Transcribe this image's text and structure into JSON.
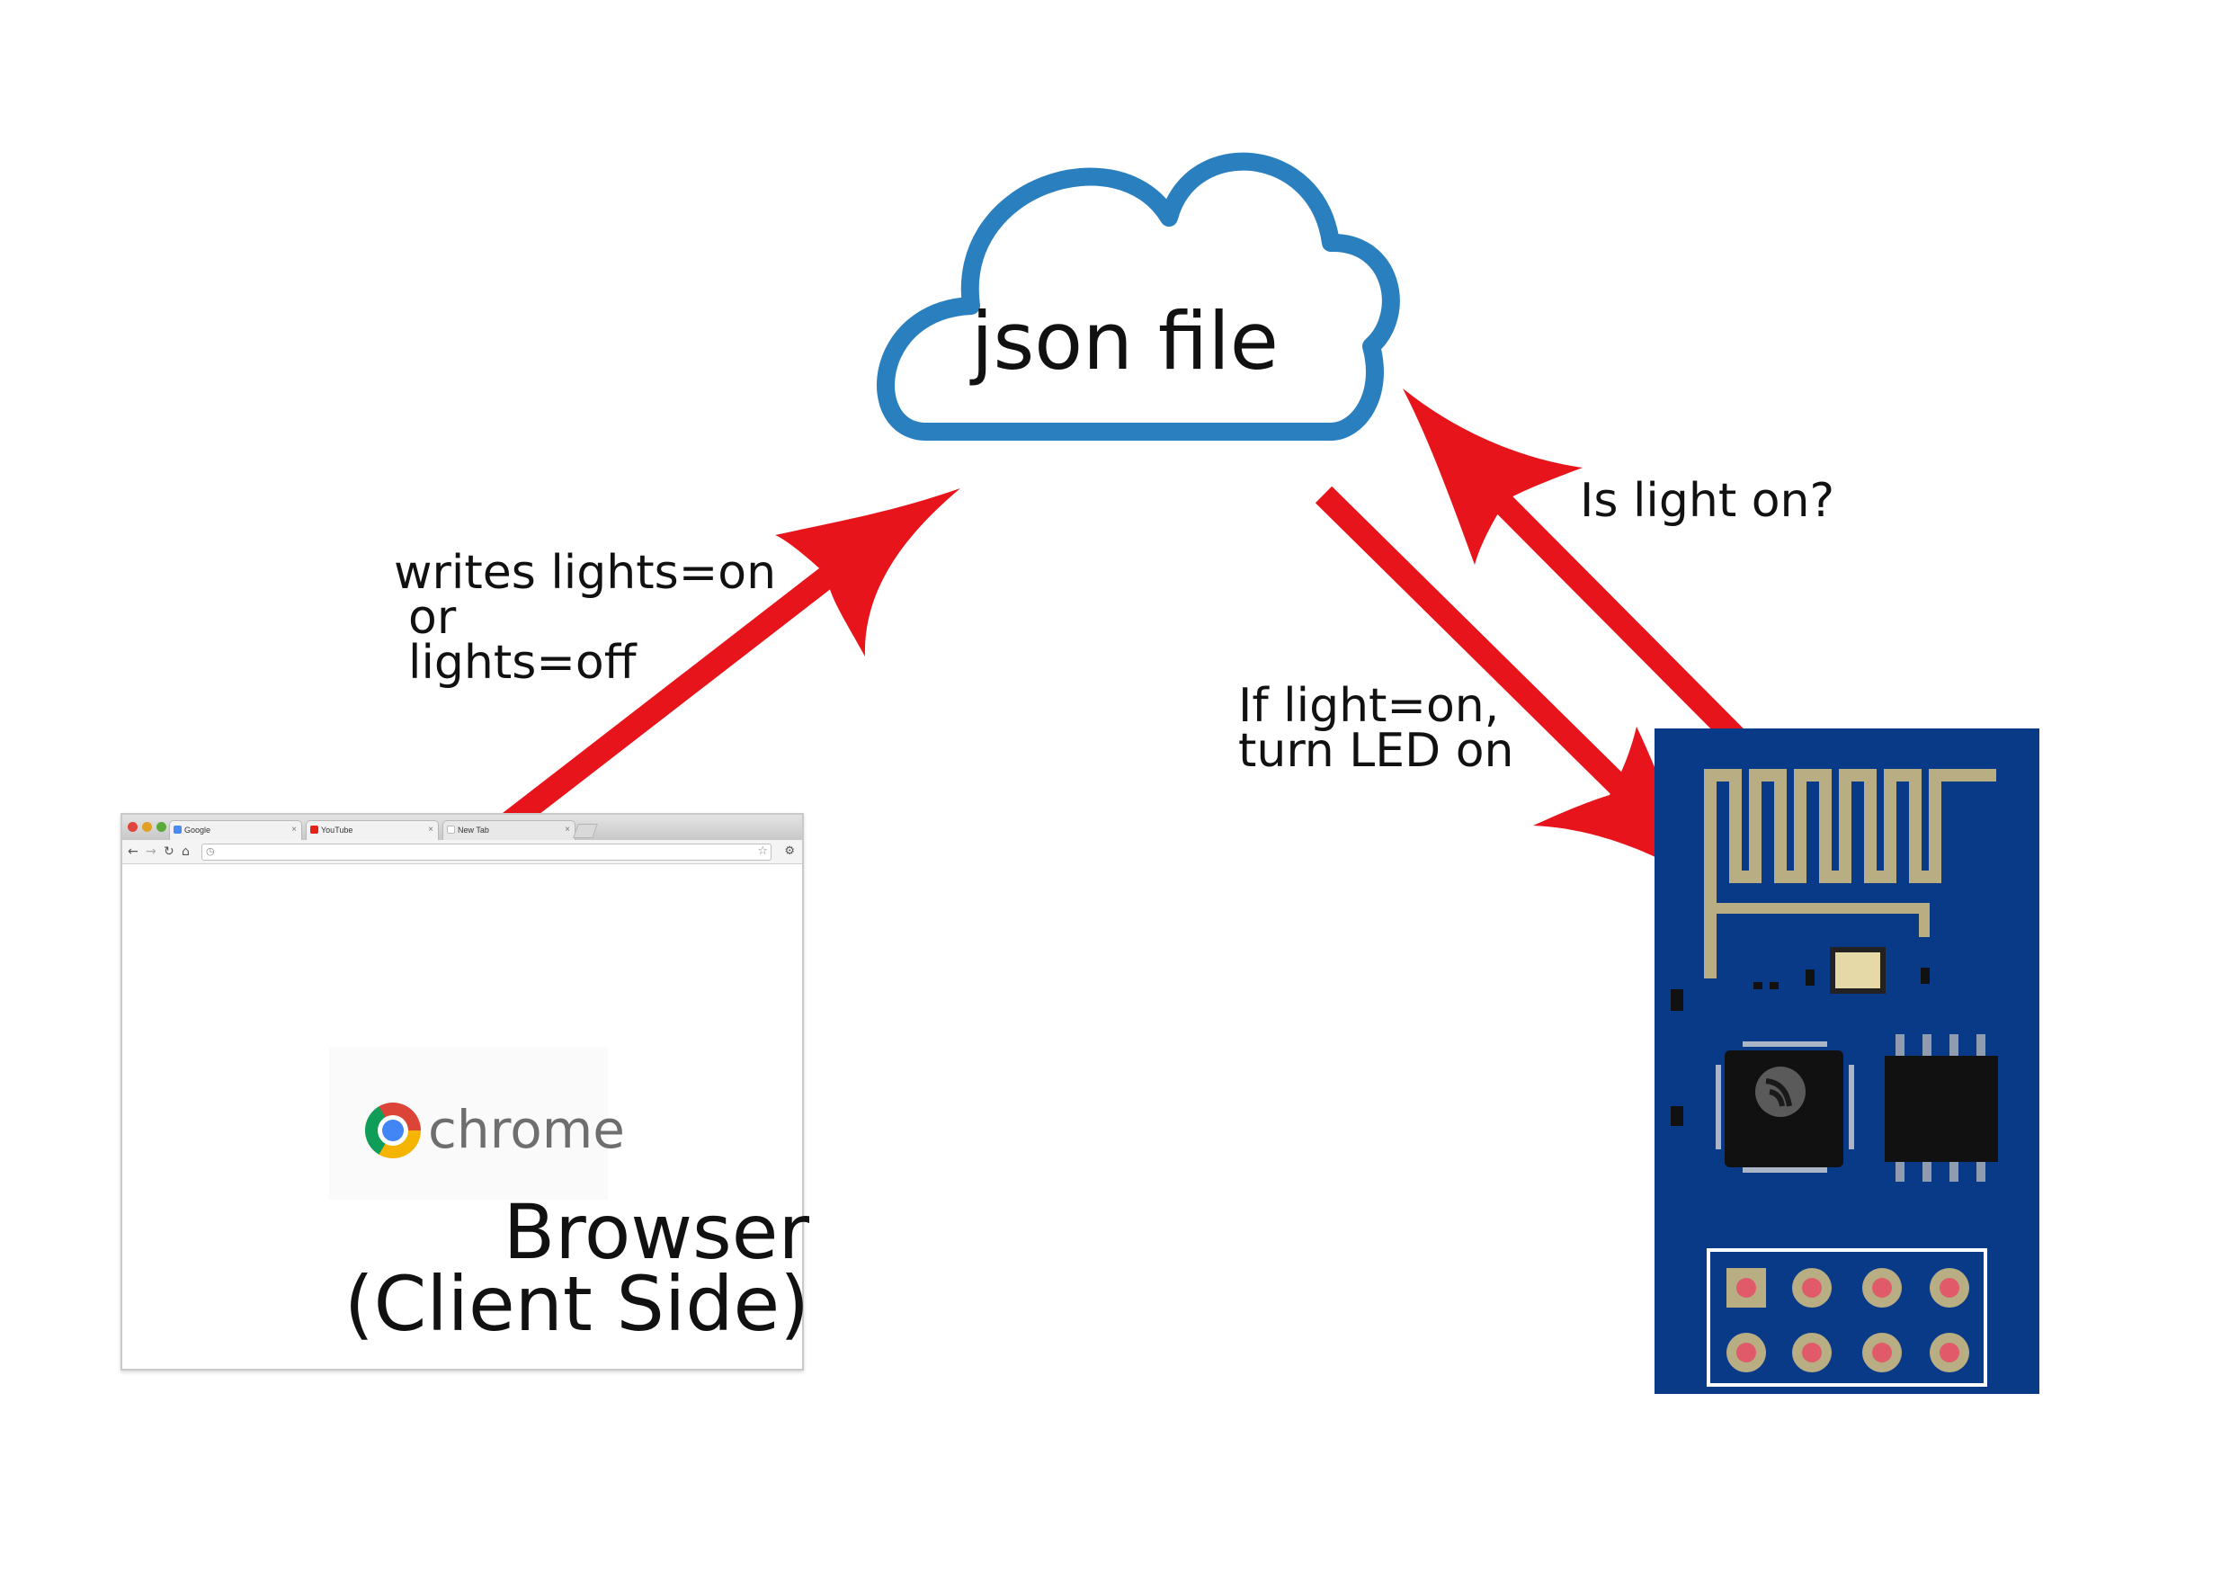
{
  "cloud": {
    "label": "json file",
    "stroke_color": "#2a7fbf"
  },
  "annotations": {
    "browser_writes": [
      "writes lights=on",
      "or",
      "lights=off"
    ],
    "device_query": "Is light on?",
    "device_action": [
      "If light=on,",
      "turn LED on"
    ]
  },
  "arrow_color": "#e8141b",
  "browser": {
    "tabs": [
      "Google",
      "YouTube",
      "New Tab"
    ],
    "tab_icons": [
      "google-icon",
      "youtube-icon",
      "blank-page-icon"
    ],
    "logo_text": "chrome",
    "caption": [
      "Browser",
      "(Client Side)"
    ]
  },
  "device": {
    "board_color": "#083a87",
    "trace_color": "#b9ae83",
    "pin_color": "#e05a6a"
  }
}
